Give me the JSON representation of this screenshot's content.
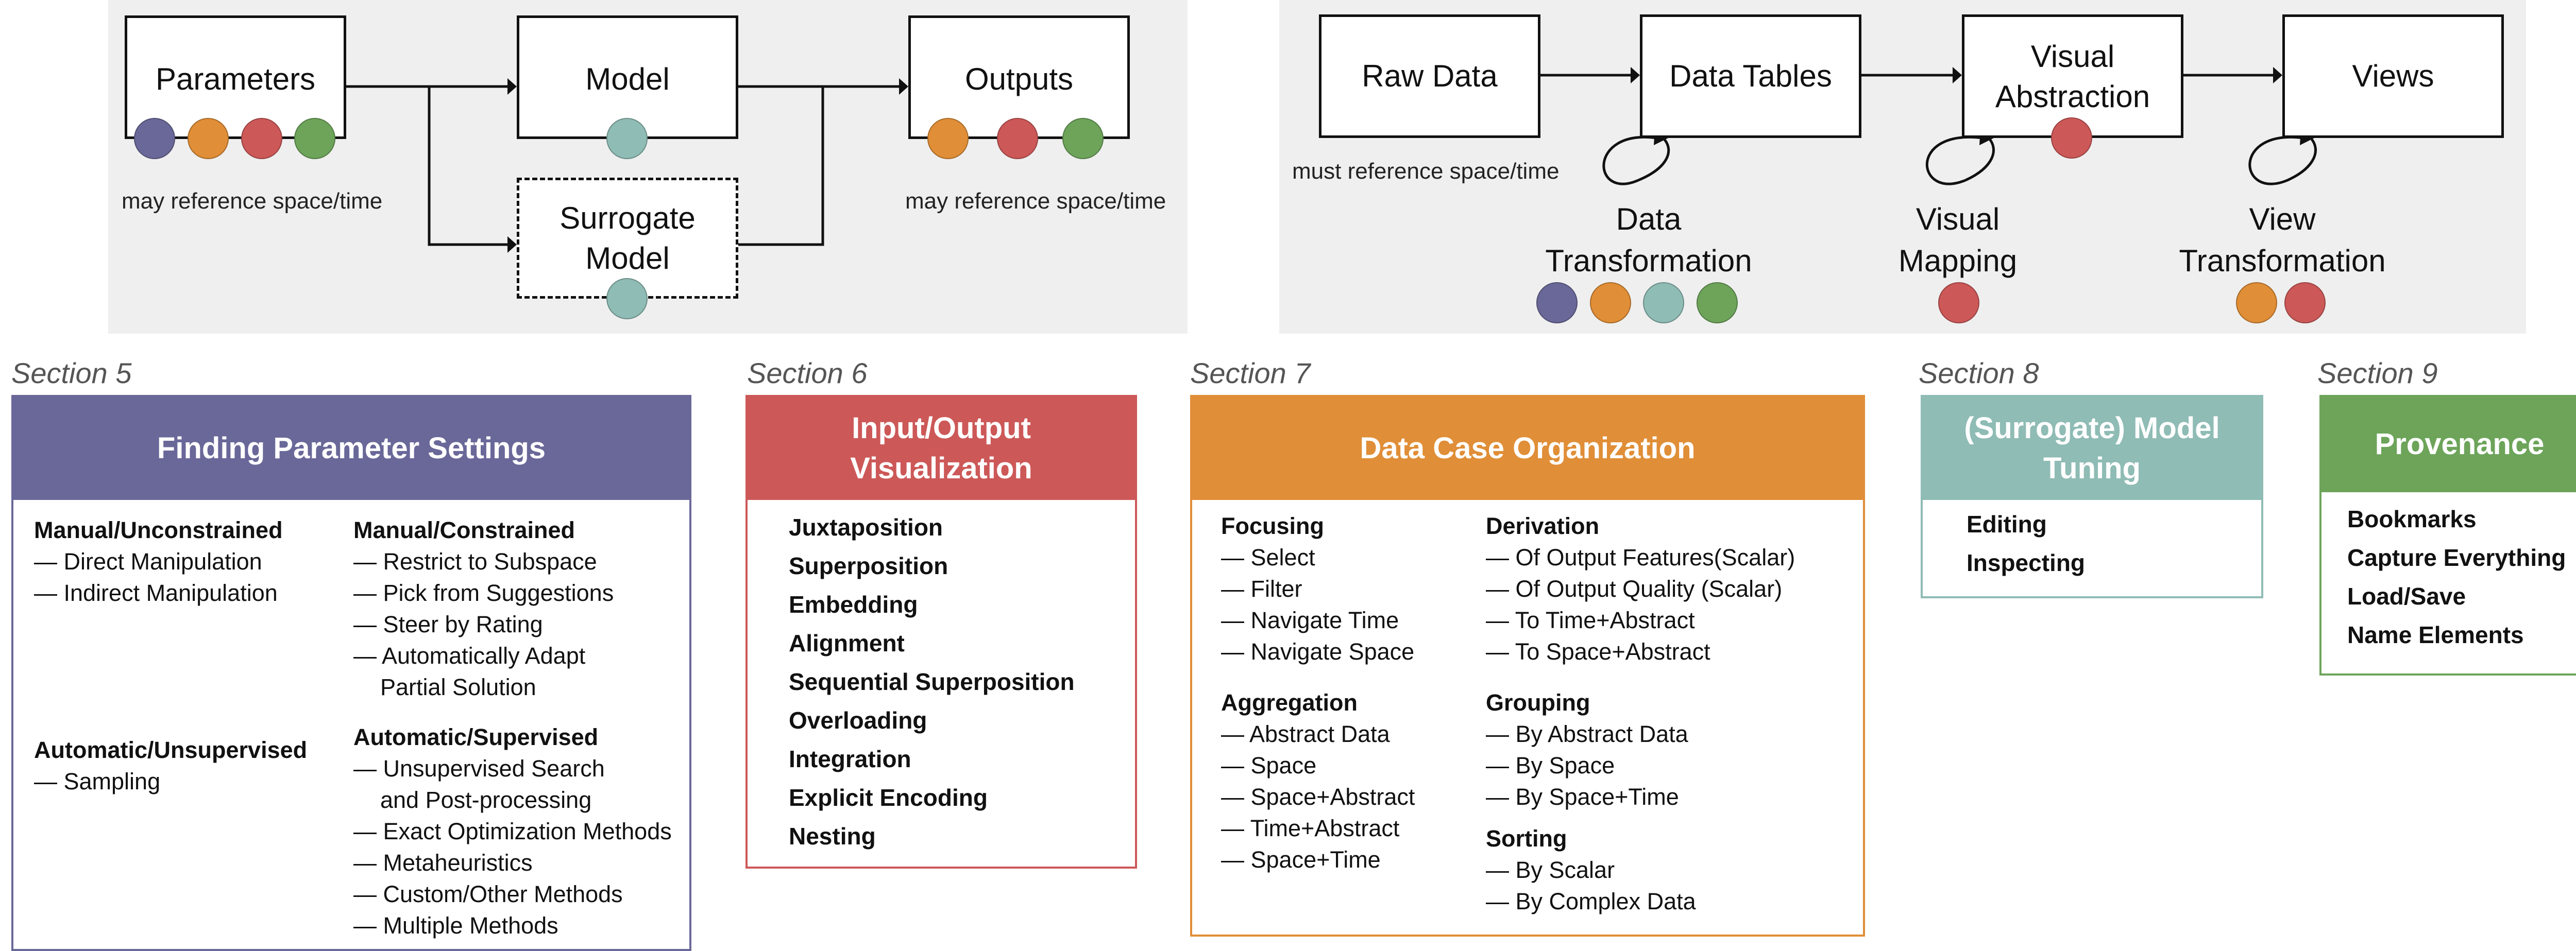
{
  "colors": {
    "purple": "#6a6899",
    "orange": "#e08e37",
    "red": "#cd5858",
    "teal": "#8fbcb5",
    "green": "#6da45a",
    "panel_bg": "#efefef"
  },
  "left_panel": {
    "parameters": "Parameters",
    "model": "Model",
    "outputs": "Outputs",
    "surrogate_line1": "Surrogate",
    "surrogate_line2": "Model",
    "param_note": "may reference space/time",
    "output_note": "may reference space/time"
  },
  "right_panel": {
    "raw_data": "Raw Data",
    "data_tables": "Data Tables",
    "visual_abstraction_line1": "Visual",
    "visual_abstraction_line2": "Abstraction",
    "views": "Views",
    "raw_note": "must reference space/time",
    "data_transformation_line1": "Data",
    "data_transformation_line2": "Transformation",
    "visual_mapping_line1": "Visual",
    "visual_mapping_line2": "Mapping",
    "view_transformation_line1": "View",
    "view_transformation_line2": "Transformation"
  },
  "sections": {
    "s5": {
      "label": "Section 5",
      "title": "Finding Parameter Settings",
      "groups": [
        {
          "title": "Manual/Unconstrained",
          "items": [
            "— Direct Manipulation",
            "— Indirect Manipulation"
          ]
        },
        {
          "title": "Manual/Constrained",
          "items": [
            "— Restrict to Subspace",
            "— Pick from Suggestions",
            "— Steer by Rating",
            "— Automatically Adapt",
            "Partial Solution"
          ]
        },
        {
          "title": "Automatic/Unsupervised",
          "items": [
            "— Sampling"
          ]
        },
        {
          "title": "Automatic/Supervised",
          "items": [
            "— Unsupervised Search",
            "and Post-processing",
            "— Exact Optimization Methods",
            "— Metaheuristics",
            "— Custom/Other Methods",
            "— Multiple Methods"
          ]
        }
      ]
    },
    "s6": {
      "label": "Section 6",
      "title_line1": "Input/Output",
      "title_line2": "Visualization",
      "items": [
        "Juxtaposition",
        "Superposition",
        "Embedding",
        "Alignment",
        "Sequential Superposition",
        "Overloading",
        "Integration",
        "Explicit Encoding",
        "Nesting"
      ]
    },
    "s7": {
      "label": "Section 7",
      "title": "Data Case Organization",
      "groups": [
        {
          "title": "Focusing",
          "items": [
            "— Select",
            "— Filter",
            "— Navigate Time",
            "— Navigate Space"
          ]
        },
        {
          "title": "Aggregation",
          "items": [
            "— Abstract Data",
            "— Space",
            "— Space+Abstract",
            "— Time+Abstract",
            "— Space+Time"
          ]
        },
        {
          "title": "Derivation",
          "items": [
            "— Of Output Features(Scalar)",
            "— Of Output Quality (Scalar)",
            "— To Time+Abstract",
            "— To Space+Abstract"
          ]
        },
        {
          "title": "Grouping",
          "items": [
            "— By Abstract Data",
            "— By Space",
            "— By Space+Time"
          ]
        },
        {
          "title": "Sorting",
          "items": [
            "— By Scalar",
            "— By Complex Data"
          ]
        }
      ]
    },
    "s8": {
      "label": "Section 8",
      "title_line1": "(Surrogate) Model",
      "title_line2": "Tuning",
      "items": [
        "Editing",
        "Inspecting"
      ]
    },
    "s9": {
      "label": "Section 9",
      "title": "Provenance",
      "items": [
        "Bookmarks",
        "Capture Everything",
        "Load/Save",
        "Name Elements"
      ]
    }
  }
}
